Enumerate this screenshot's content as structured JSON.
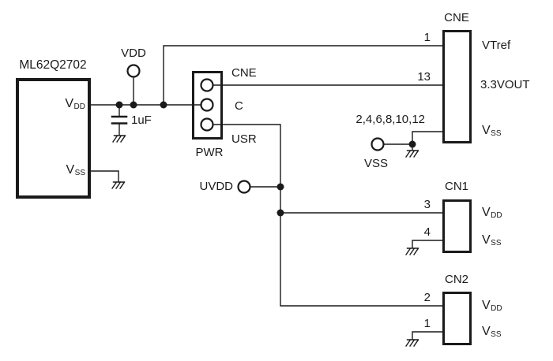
{
  "colors": {
    "line": "#1a1a1a",
    "text": "#1a1a1a",
    "background": "#ffffff"
  },
  "mcu": {
    "title": "ML62Q2702",
    "pin_vdd": {
      "main": "V",
      "sub": "DD"
    },
    "pin_vss": {
      "main": "V",
      "sub": "SS"
    }
  },
  "power_rail": {
    "vdd_terminal": "VDD",
    "capacitor_value": "1uF",
    "uvdd_terminal": "UVDD",
    "vss_terminal": "VSS"
  },
  "pwr_connector": {
    "title": "PWR",
    "pin_top": "CNE",
    "pin_mid": "C",
    "pin_bottom": "USR"
  },
  "cne_connector": {
    "title": "CNE",
    "pin1_number": "1",
    "pin1_label": "VTref",
    "pin13_number": "13",
    "pin13_label": "3.3VOUT",
    "vss_numbers": "2,4,6,8,10,12",
    "vss_label": {
      "main": "V",
      "sub": "SS"
    }
  },
  "cn1_connector": {
    "title": "CN1",
    "pin_vdd_number": "3",
    "pin_vss_number": "4",
    "vdd_label": {
      "main": "V",
      "sub": "DD"
    },
    "vss_label": {
      "main": "V",
      "sub": "SS"
    }
  },
  "cn2_connector": {
    "title": "CN2",
    "pin_vdd_number": "2",
    "pin_vss_number": "1",
    "vdd_label": {
      "main": "V",
      "sub": "DD"
    },
    "vss_label": {
      "main": "V",
      "sub": "SS"
    }
  }
}
